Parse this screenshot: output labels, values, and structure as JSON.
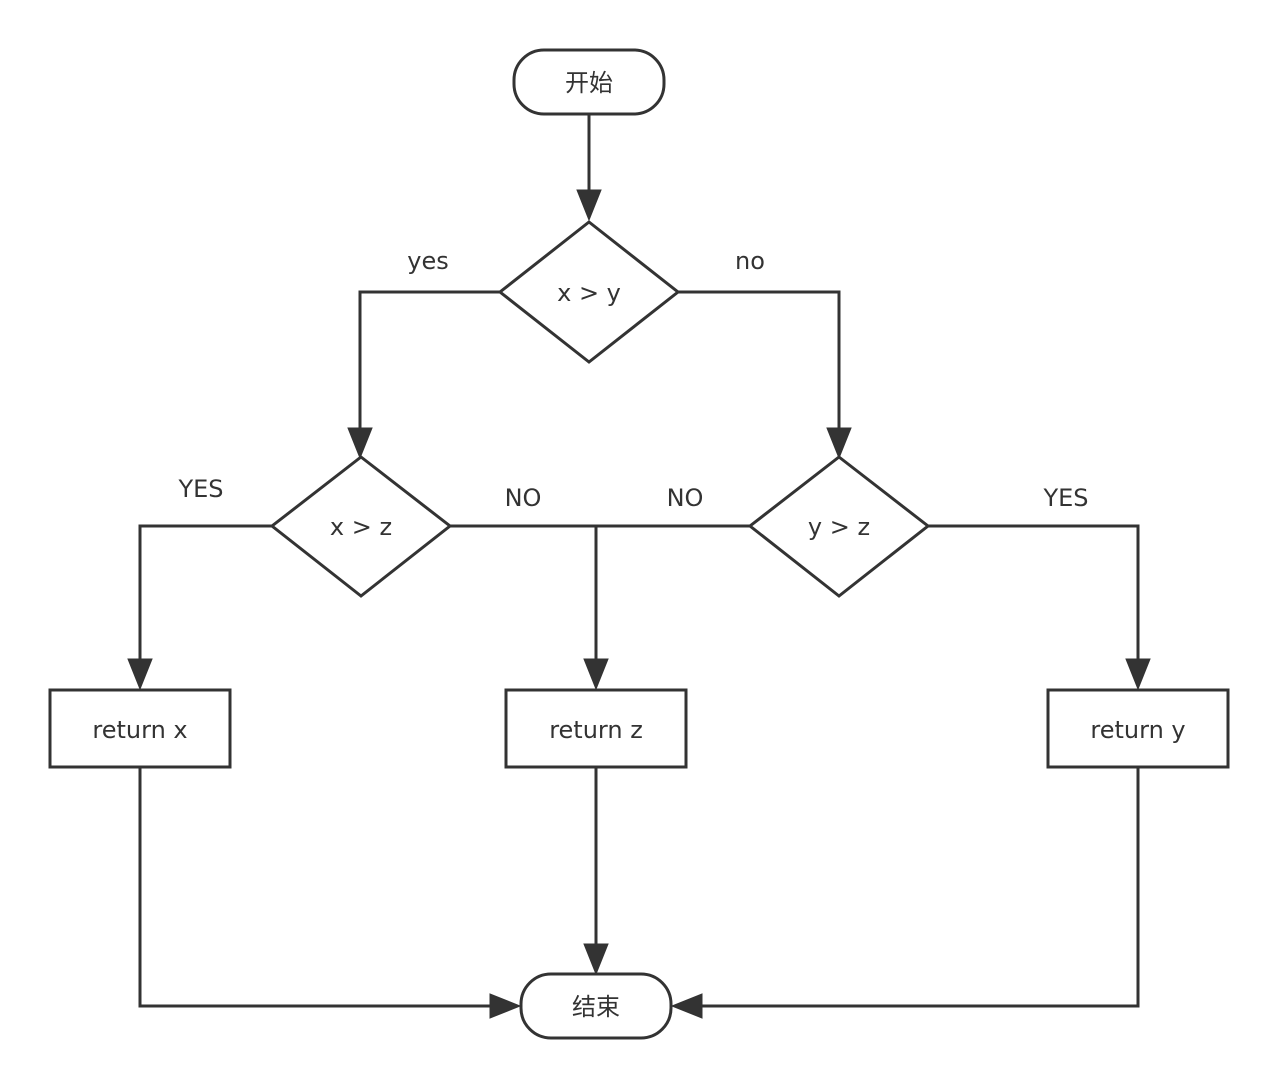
{
  "diagram": {
    "nodes": {
      "start": {
        "label": "开始",
        "shape": "terminal"
      },
      "cond_xy": {
        "label": "x > y",
        "shape": "decision"
      },
      "cond_xz": {
        "label": "x > z",
        "shape": "decision"
      },
      "cond_yz": {
        "label": "y > z",
        "shape": "decision"
      },
      "ret_x": {
        "label": "return x",
        "shape": "process"
      },
      "ret_z": {
        "label": "return z",
        "shape": "process"
      },
      "ret_y": {
        "label": "return y",
        "shape": "process"
      },
      "end": {
        "label": "结束",
        "shape": "terminal"
      }
    },
    "edge_labels": {
      "xy_yes": "yes",
      "xy_no": "no",
      "xz_yes": "YES",
      "xz_no": "NO",
      "yz_no": "NO",
      "yz_yes": "YES"
    },
    "edges": [
      {
        "from": "start",
        "to": "cond_xy"
      },
      {
        "from": "cond_xy",
        "to": "cond_xz",
        "label": "yes"
      },
      {
        "from": "cond_xy",
        "to": "cond_yz",
        "label": "no"
      },
      {
        "from": "cond_xz",
        "to": "ret_x",
        "label": "YES"
      },
      {
        "from": "cond_xz",
        "to": "ret_z",
        "label": "NO"
      },
      {
        "from": "cond_yz",
        "to": "ret_z",
        "label": "NO"
      },
      {
        "from": "cond_yz",
        "to": "ret_y",
        "label": "YES"
      },
      {
        "from": "ret_x",
        "to": "end"
      },
      {
        "from": "ret_z",
        "to": "end"
      },
      {
        "from": "ret_y",
        "to": "end"
      }
    ]
  },
  "colors": {
    "stroke": "#333333",
    "fill": "#ffffff",
    "text": "#333333"
  }
}
